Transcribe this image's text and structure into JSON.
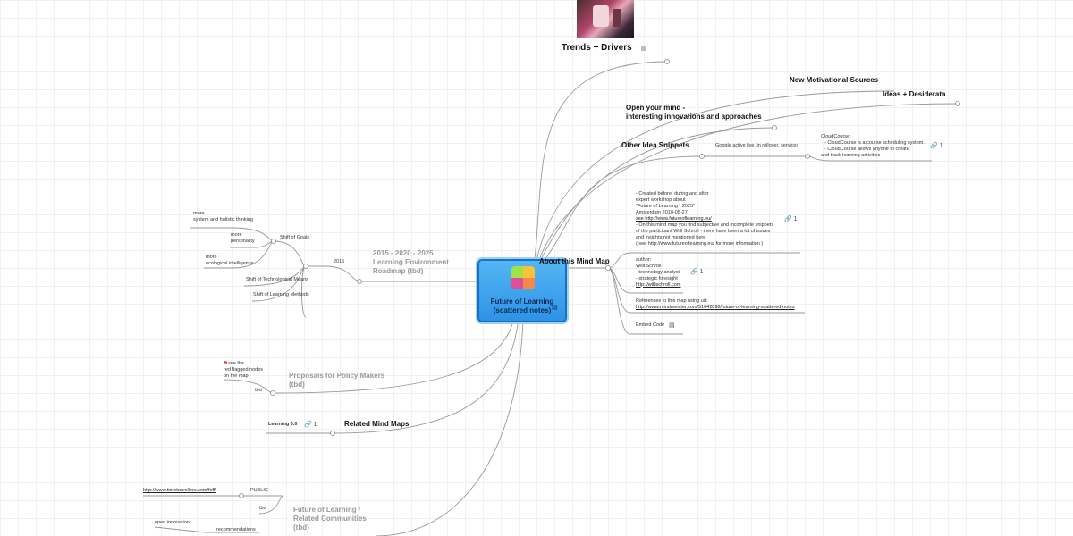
{
  "root": {
    "title_line1": "Future of Learning",
    "title_line2": "(scattered notes)",
    "note_icon": "note-icon"
  },
  "branches": {
    "trends": "Trends + Drivers",
    "motivational": "New Motivational Sources",
    "ideas": "Ideas + Desiderata",
    "open_mind_line1": "Open your mind -",
    "open_mind_line2": "interesting innovations and approaches",
    "other_snippets": "Other Idea Snippets",
    "google_active": "Google active live, in rollover, services",
    "cloudcourse": [
      "CloudCourse:",
      "- CloudCourse is a course scheduling system.",
      "- CloudCourse allows anyone to create",
      "and track learning activities"
    ],
    "cloudcourse_count": "1",
    "about": "About this Mind Map",
    "about_note": [
      "- Created before, during and after",
      "expert workshop about",
      "\"Future of Learning - 2025\"",
      "Amsterdam 2010-05-27",
      "see http://www.futureoflearning.eu/",
      "- On this mind map you find subjective and incomplete snippets",
      "of the participant Willi Schroll - there have been a lot of issues",
      "and insights not mentioned here",
      "( see http://www.futureoflearning.eu/ for more information )"
    ],
    "about_count": "1",
    "author": [
      "author:",
      "Willi Schroll",
      "- technology analyst",
      "- strategic foresight",
      "http://willischroll.com"
    ],
    "author_count": "1",
    "reference_line1": "References to this map using url:",
    "reference_line2": "http://www.mindmeister.com/51642898/future-of-learning-scattered-notes",
    "embed": "Embed Code",
    "roadmap": [
      "2015 - 2020 - 2025",
      "Learning Environment",
      "Roadmap (tbd)"
    ],
    "year_2015": "2015",
    "shift_goals": "Shift of Goals",
    "goal_items": [
      [
        "more",
        "system and holistic thinking"
      ],
      [
        "more",
        "personality"
      ],
      [
        "more",
        "ecological intelligence"
      ]
    ],
    "shift_tech": "Shift of Technological Means",
    "shift_methods": "Shift of Learning Methods",
    "proposals": [
      "Proposals for Policy Makers",
      "(tbd)"
    ],
    "flag_note": [
      "see the",
      "red flagged nodes",
      "on the map"
    ],
    "tbd": "tbd",
    "related_maps": "Related Mind Maps",
    "learning30": "Learning 3.0",
    "learning30_count": "1",
    "communities": [
      "Future of Learning /",
      "Related Communities",
      "(tbd)"
    ],
    "public": "PUBLIC",
    "public_url": "http://www.timetravellers.com/fofl/",
    "tbd2": "tbd",
    "recommendations": "recommendations",
    "open_innovation": "open innovation"
  },
  "colors": {
    "root_fill": "#2e93e6",
    "root_border": "#1a6fc0",
    "line": "#999999",
    "grey_text": "#999999"
  }
}
